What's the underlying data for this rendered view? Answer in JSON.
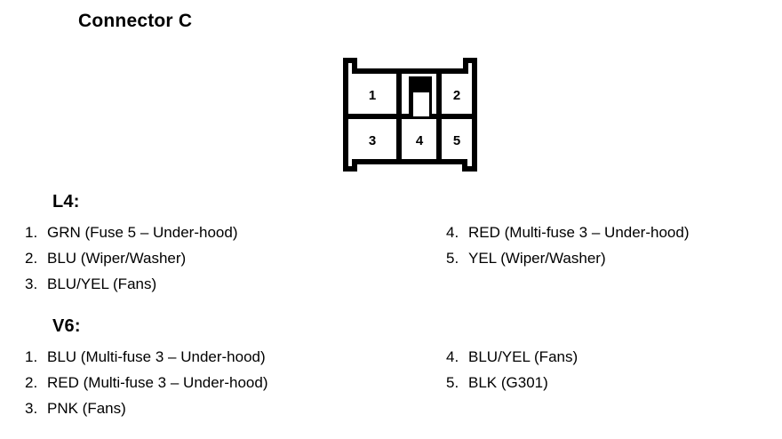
{
  "title": "Connector C",
  "colors": {
    "ink": "#000000",
    "paper": "#ffffff"
  },
  "connector": {
    "name": "connector-c-pinout-diagram",
    "cavity_count": 5,
    "pin_labels": [
      "1",
      "2",
      "3",
      "4",
      "5"
    ],
    "top_row_pins": [
      "1",
      "2"
    ],
    "bottom_row_pins": [
      "3",
      "4",
      "5"
    ],
    "center_keyway": "filled-black-key-block"
  },
  "sections": [
    {
      "id": "l4",
      "heading": "L4:",
      "left_column": [
        {
          "index": "1.",
          "desc": "GRN (Fuse 5 – Under-hood)"
        },
        {
          "index": "2.",
          "desc": "BLU (Wiper/Washer)"
        },
        {
          "index": "3.",
          "desc": "BLU/YEL (Fans)"
        }
      ],
      "right_column": [
        {
          "index": "4.",
          "desc": "RED (Multi-fuse 3 – Under-hood)"
        },
        {
          "index": "5.",
          "desc": "YEL (Wiper/Washer)"
        }
      ]
    },
    {
      "id": "v6",
      "heading": "V6:",
      "left_column": [
        {
          "index": "1.",
          "desc": "BLU (Multi-fuse 3 – Under-hood)"
        },
        {
          "index": "2.",
          "desc": "RED (Multi-fuse 3 – Under-hood)"
        },
        {
          "index": "3.",
          "desc": "PNK (Fans)"
        }
      ],
      "right_column": [
        {
          "index": "4.",
          "desc": "BLU/YEL (Fans)"
        },
        {
          "index": "5.",
          "desc": "BLK (G301)"
        }
      ]
    }
  ]
}
